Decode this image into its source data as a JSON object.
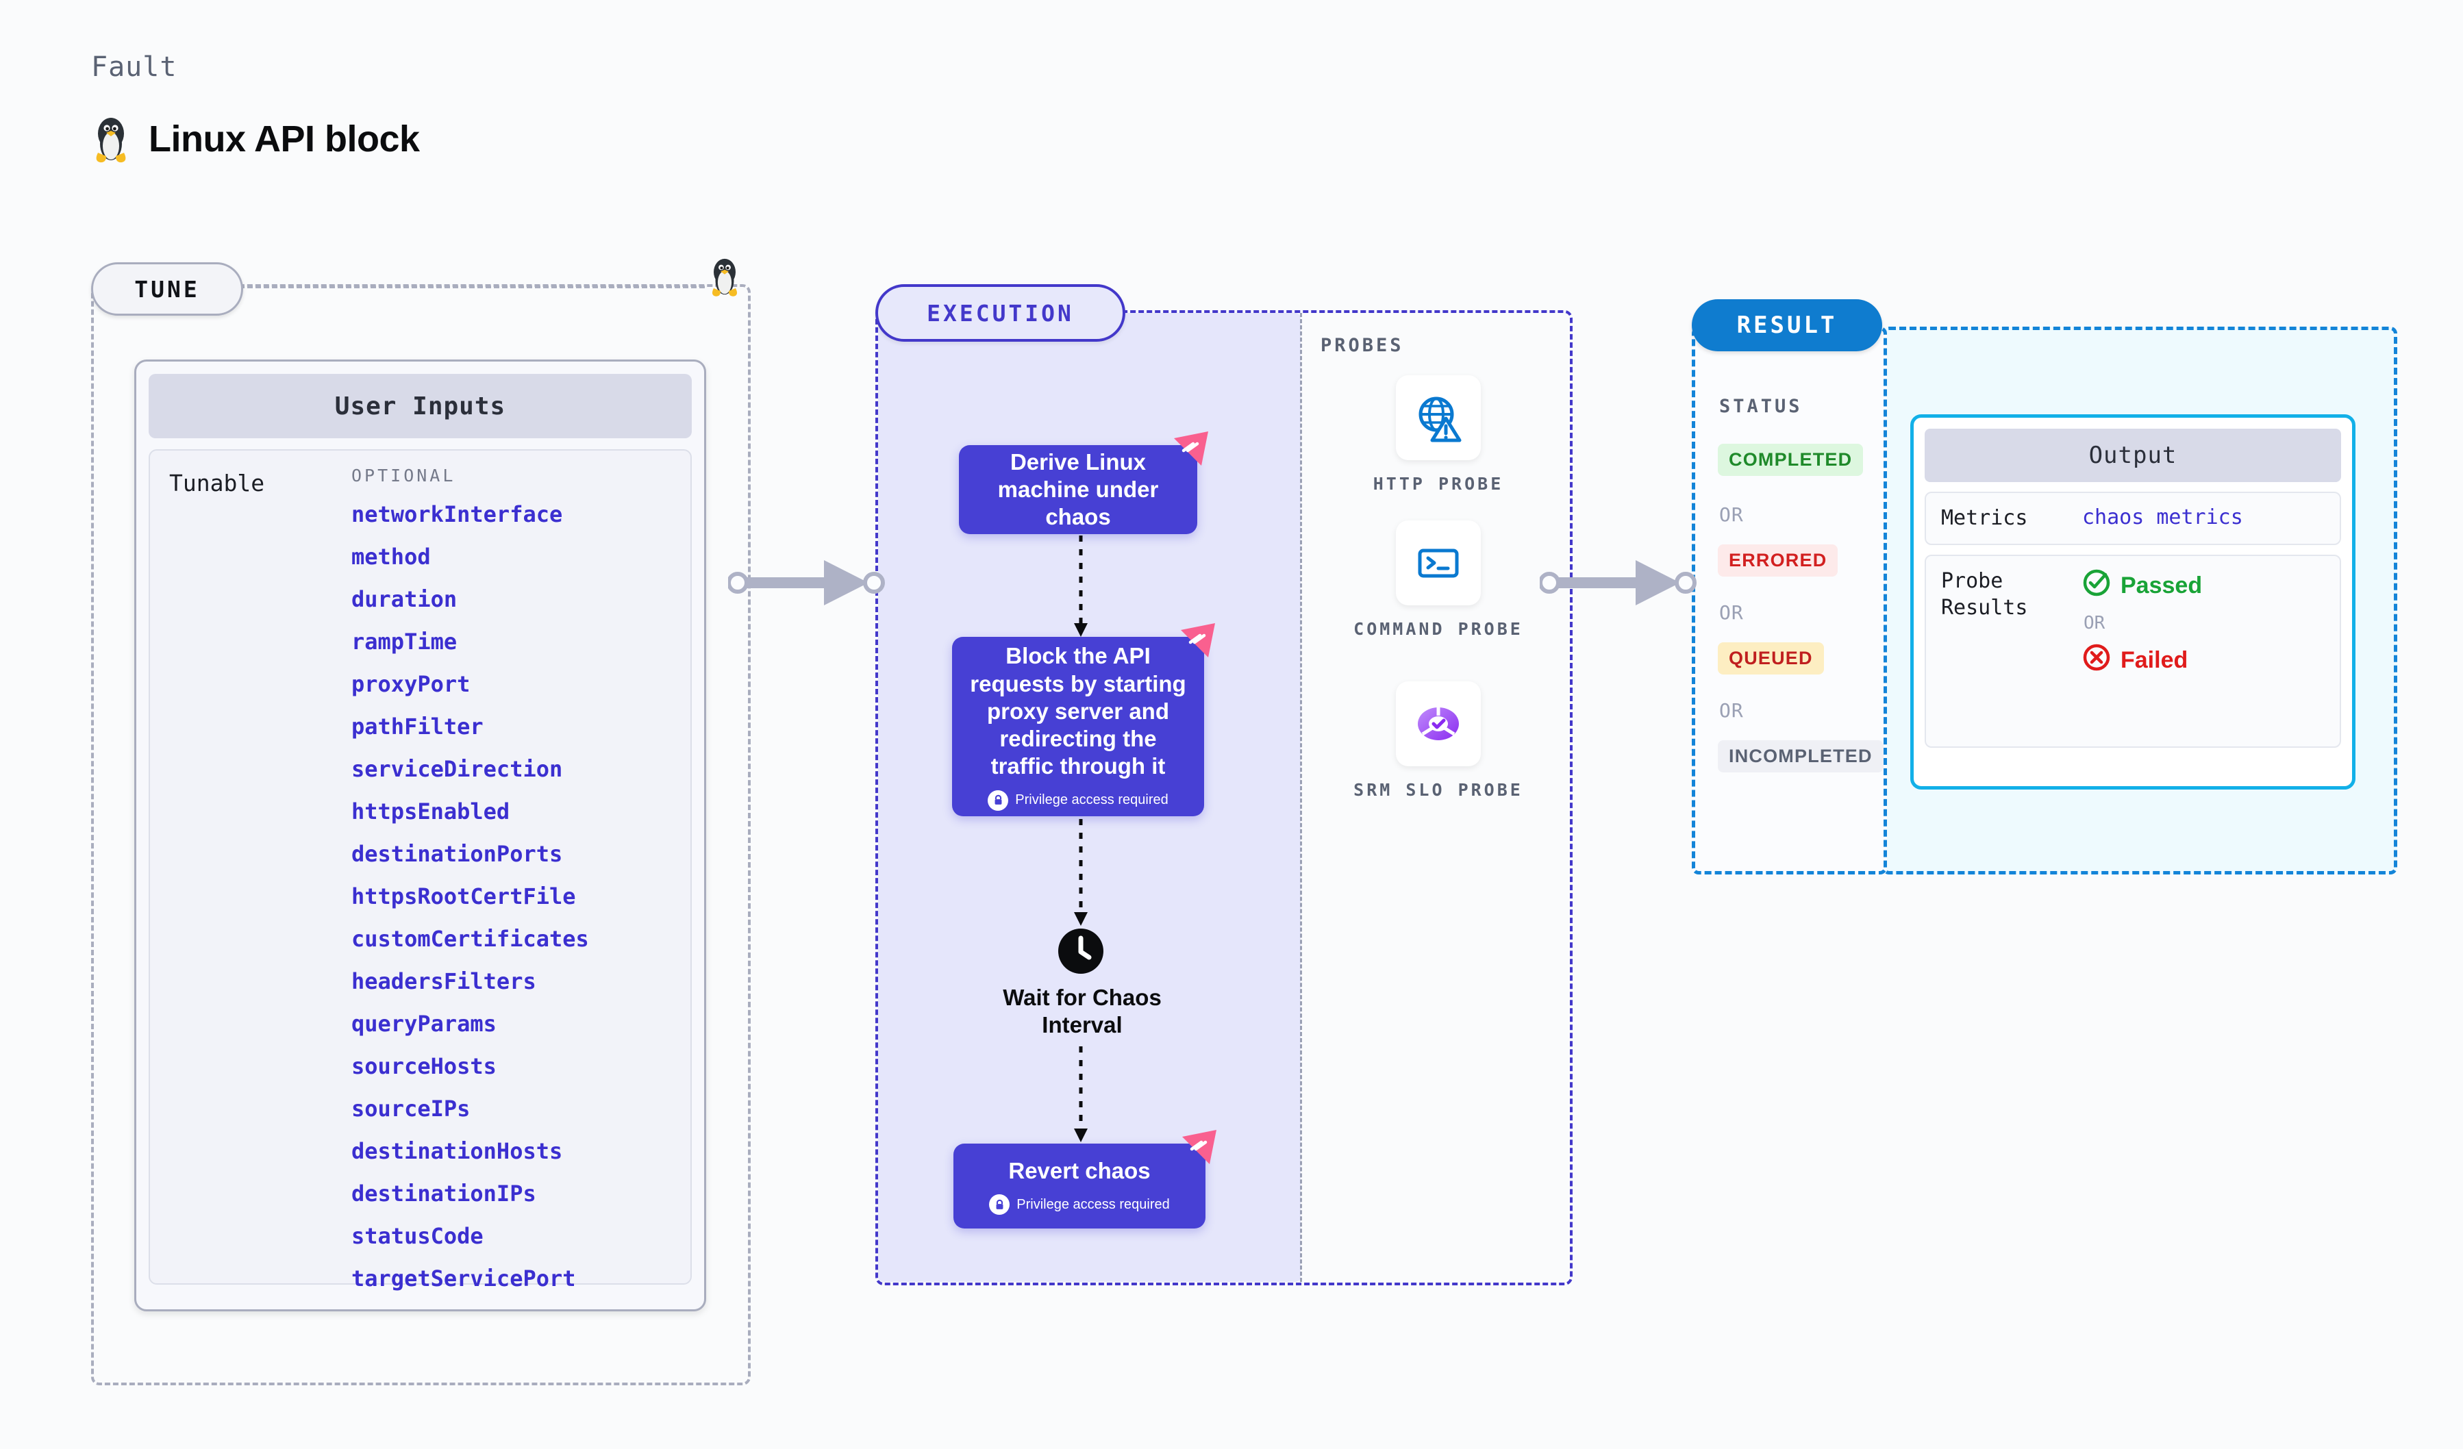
{
  "header": {
    "eyebrow": "Fault",
    "title": "Linux API block",
    "icon": "linux-penguin-icon"
  },
  "tune": {
    "pill_label": "TUNE",
    "card_title": "User Inputs",
    "tunable_label": "Tunable",
    "optional_label": "OPTIONAL",
    "params": [
      "networkInterface",
      "method",
      "duration",
      "rampTime",
      "proxyPort",
      "pathFilter",
      "serviceDirection",
      "httpsEnabled",
      "destinationPorts",
      "httpsRootCertFile",
      "customCertificates",
      "headersFilters",
      "queryParams",
      "sourceHosts",
      "sourceIPs",
      "destinationHosts",
      "destinationIPs",
      "statusCode",
      "targetServicePort"
    ]
  },
  "execution": {
    "pill_label": "EXECUTION",
    "privilege_note": "Privilege access required",
    "nodes": [
      {
        "text": "Derive Linux machine under chaos",
        "privileged": false
      },
      {
        "text": "Block the API requests by starting proxy server and redirecting the traffic through it",
        "privileged": true
      },
      {
        "text": "Revert chaos",
        "privileged": true
      }
    ],
    "wait": {
      "label": "Wait for Chaos Interval",
      "icon": "clock-icon"
    }
  },
  "probes": {
    "label": "PROBES",
    "items": [
      {
        "name": "HTTP PROBE",
        "icon": "globe-warning-icon"
      },
      {
        "name": "COMMAND PROBE",
        "icon": "terminal-icon"
      },
      {
        "name": "SRM SLO PROBE",
        "icon": "slo-donut-check-icon"
      }
    ]
  },
  "result": {
    "pill_label": "RESULT",
    "status_label": "STATUS",
    "or_label": "OR",
    "statuses": [
      {
        "label": "COMPLETED",
        "fg": "#1f8a2a",
        "bg": "#ddf7df"
      },
      {
        "label": "ERRORED",
        "fg": "#d22020",
        "bg": "#fdeaea"
      },
      {
        "label": "QUEUED",
        "fg": "#c01f1f",
        "bg": "#fdeec2"
      },
      {
        "label": "INCOMPLETED",
        "fg": "#5a6273",
        "bg": "#eff0f5"
      }
    ]
  },
  "output": {
    "title": "Output",
    "metrics_key": "Metrics",
    "metrics_value": "chaos metrics",
    "probe_results_key": "Probe Results",
    "passed_label": "Passed",
    "failed_label": "Failed",
    "or_label": "OR",
    "passed_color": "#19a337",
    "failed_color": "#e01b1b"
  },
  "colors": {
    "canvas": "#fafbfc",
    "accent_purple": "#4740d4",
    "accent_blue": "#0f7ccf",
    "flag_pink": "#f9608f"
  }
}
